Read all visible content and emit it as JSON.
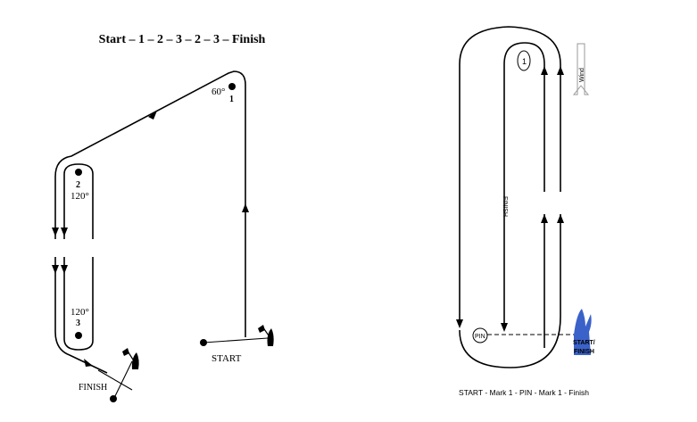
{
  "left_diagram": {
    "title": "Start – 1 – 2 – 3 – 2 – 3 – Finish",
    "mark1_label": "1",
    "mark1_angle": "60°",
    "mark2_label": "2",
    "mark2_angle": "120°",
    "mark3_label": "3",
    "mark3_angle": "120°",
    "start_label": "START",
    "finish_label": "FINISH"
  },
  "right_diagram": {
    "mark1_label": "1",
    "wind_label": "Wind",
    "finish_vertical_label": "FINISH",
    "pin_label": "PIN",
    "start_finish_label_1": "START/",
    "start_finish_label_2": "FINISH",
    "caption": "START  -  Mark 1  -  PIN  -  Mark 1 - Finish",
    "boat_color": "#3a62c9"
  }
}
